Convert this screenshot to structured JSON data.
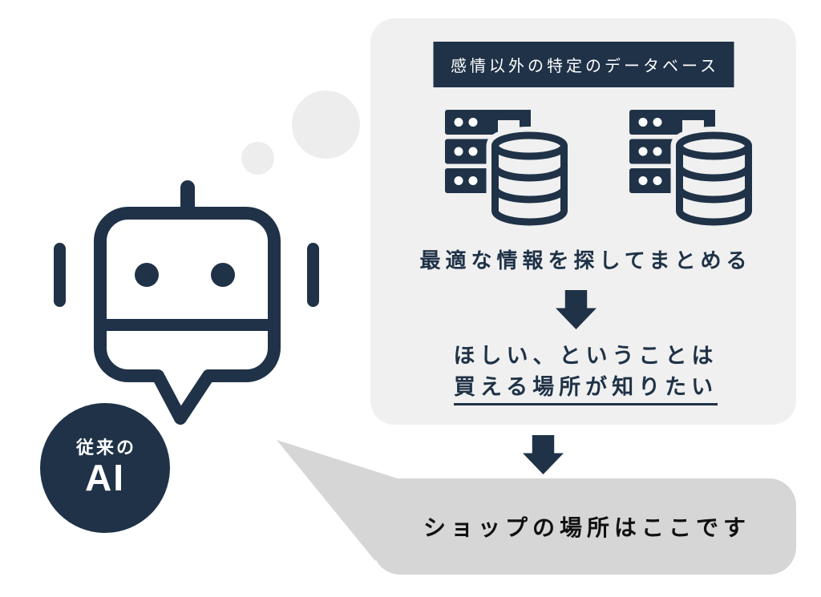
{
  "colors": {
    "navy": "#1f3247",
    "panel_bg": "#f0f0f0",
    "speech_bubble_bg": "#d6d6d6",
    "thought_circle_bg": "#ededed",
    "speech_text": "#111111",
    "white": "#ffffff"
  },
  "legacy_ai_badge": {
    "line1": "従来の",
    "line2": "AI"
  },
  "database_panel": {
    "header": "感情以外の特定のデータベース",
    "caption": "最適な情報を探してまとめる",
    "conclusion_line1": "ほしい、ということは",
    "conclusion_line2": "買える場所が知りたい"
  },
  "speech_bubble": {
    "text": "ショップの場所はここです"
  },
  "icons": {
    "robot": "robot-icon",
    "database": "database-server-icon",
    "down_arrow": "down-arrow-icon",
    "thought_small": "thought-bubble-small-icon",
    "thought_large": "thought-bubble-large-icon",
    "bubble_tail": "speech-bubble-tail"
  }
}
